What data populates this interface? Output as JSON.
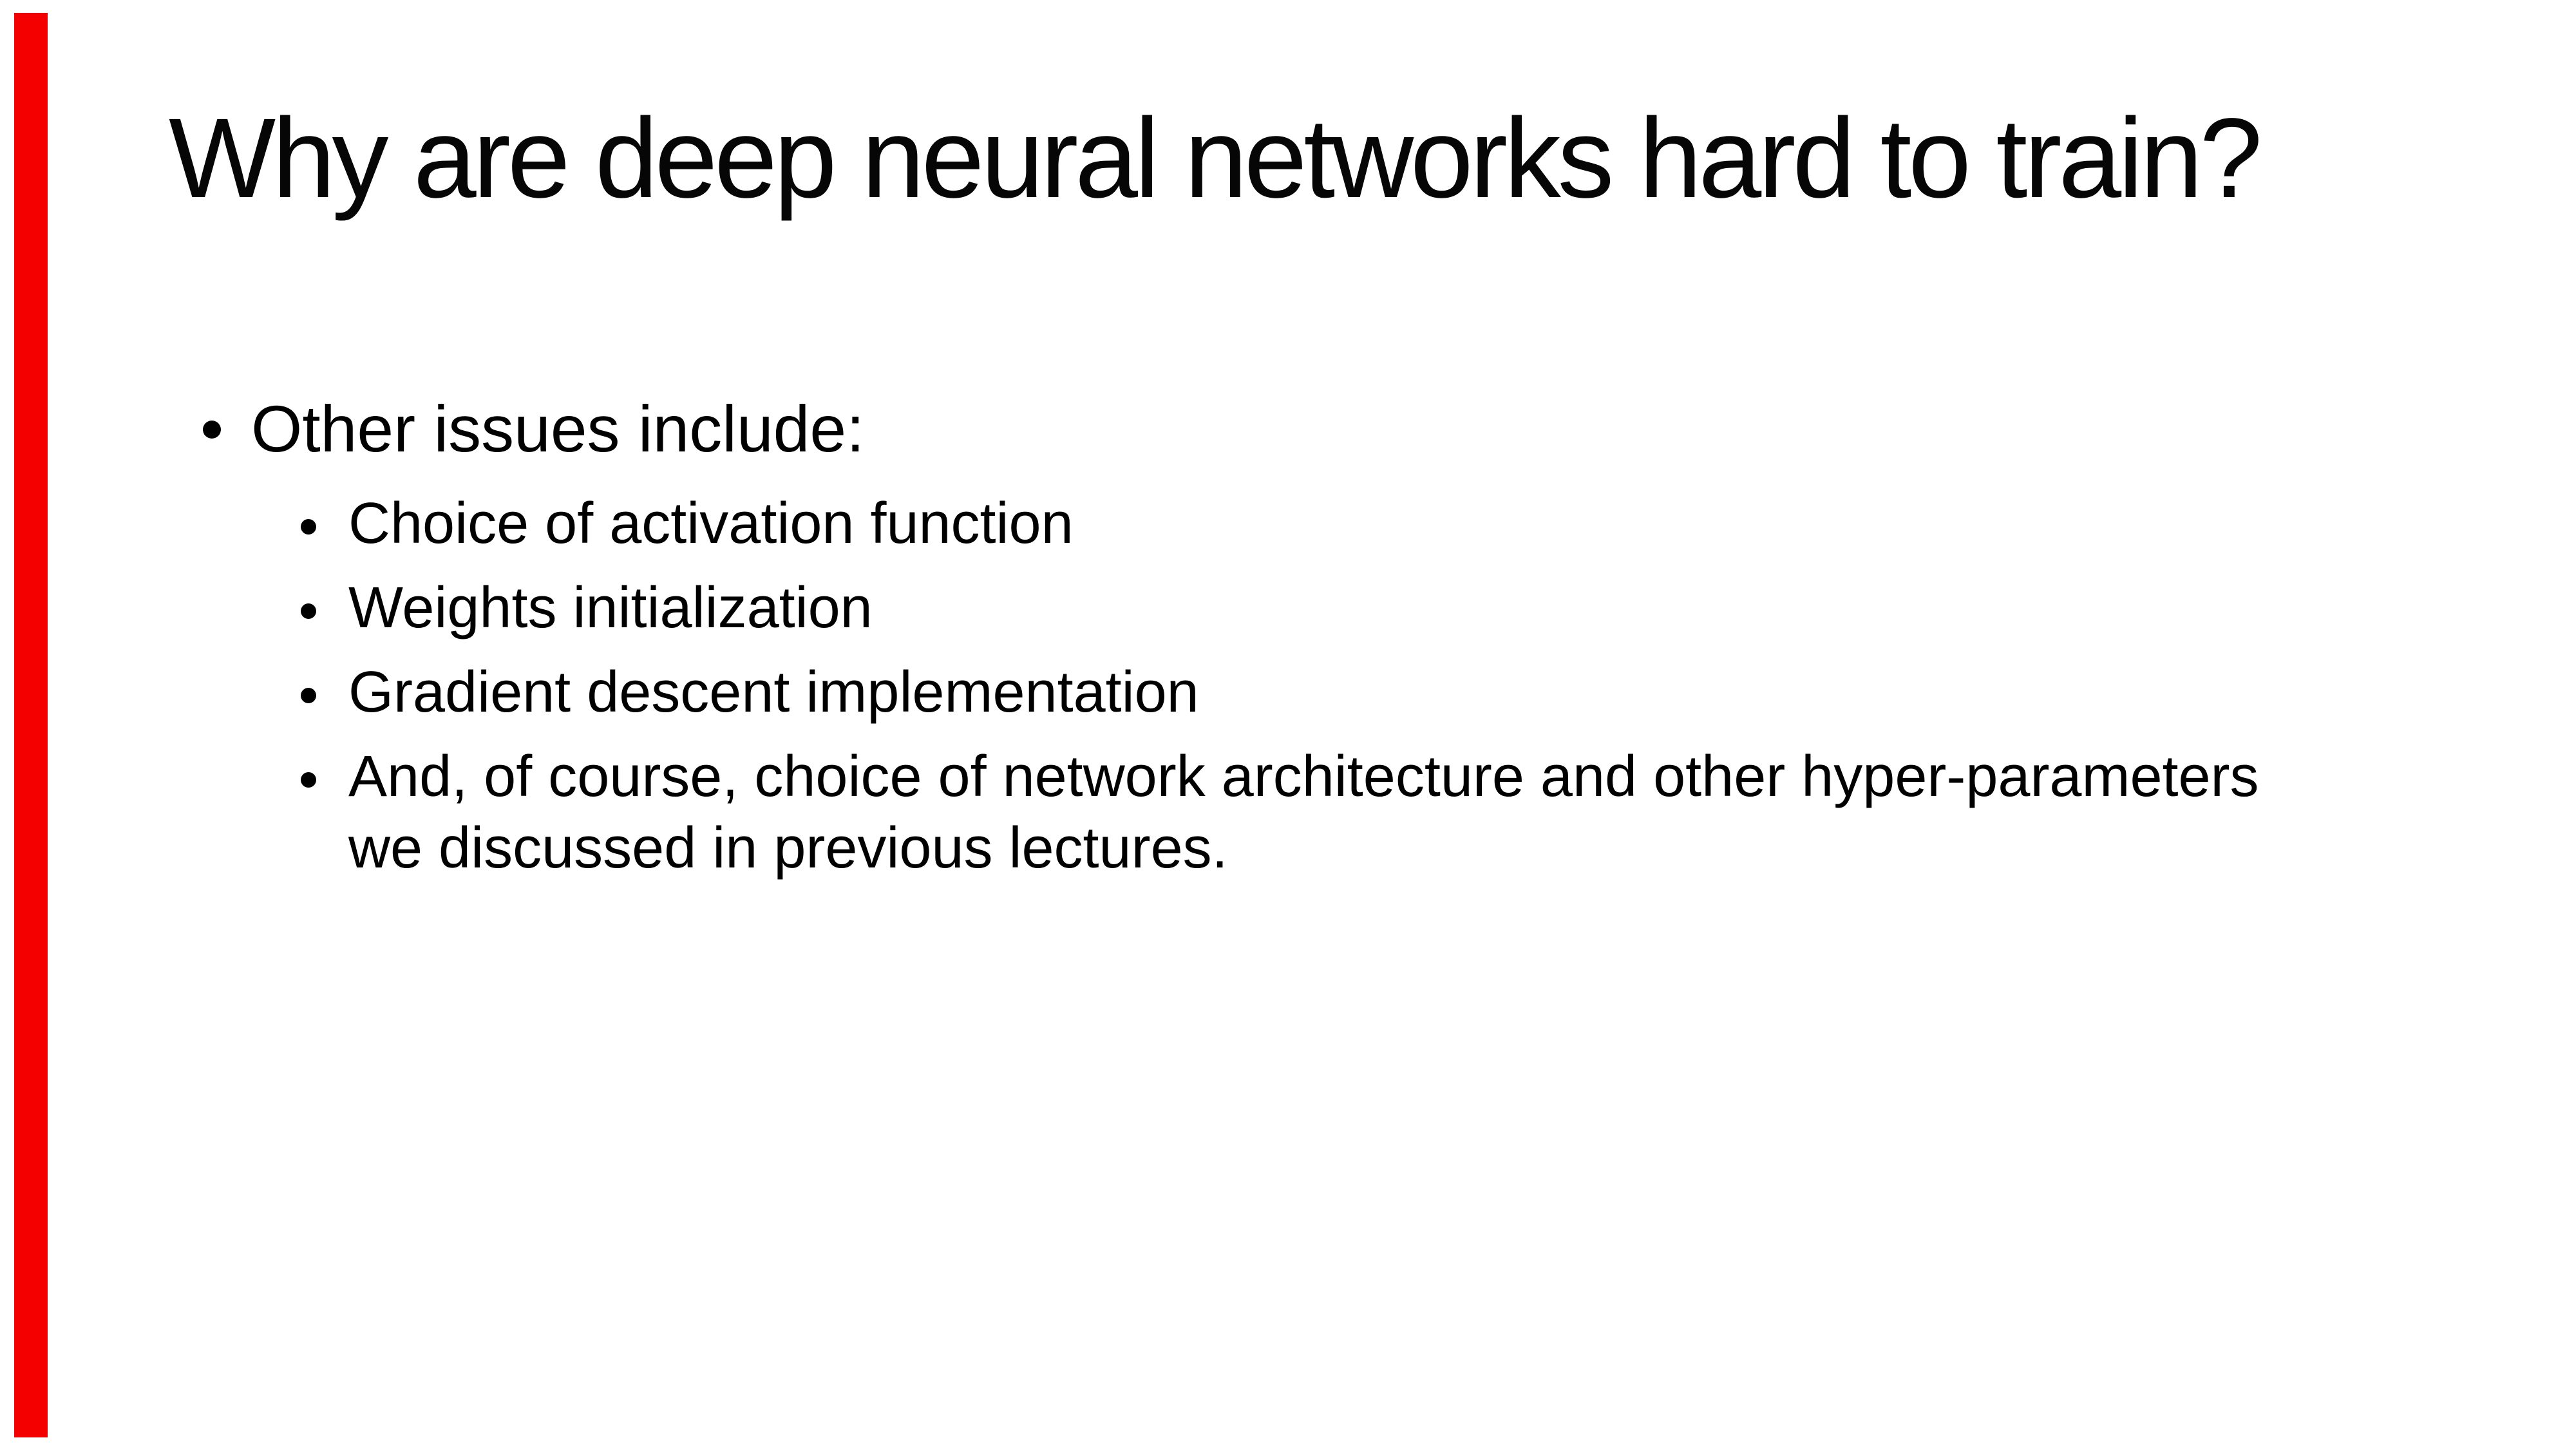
{
  "slide": {
    "title": "Why are deep neural networks hard to train?",
    "accent_bar_color": "#f40000",
    "bullet_l1": "Other issues include:",
    "bullets_l2": [
      {
        "lines": [
          "Choice of activation function",
          ""
        ]
      },
      {
        "lines": [
          "Weights initialization",
          ""
        ]
      },
      {
        "lines": [
          "Gradient descent implementation",
          ""
        ]
      },
      {
        "lines": [
          "And, of course, choice of network architecture and other hyper-parameters",
          "we discussed in previous lectures."
        ]
      }
    ]
  }
}
